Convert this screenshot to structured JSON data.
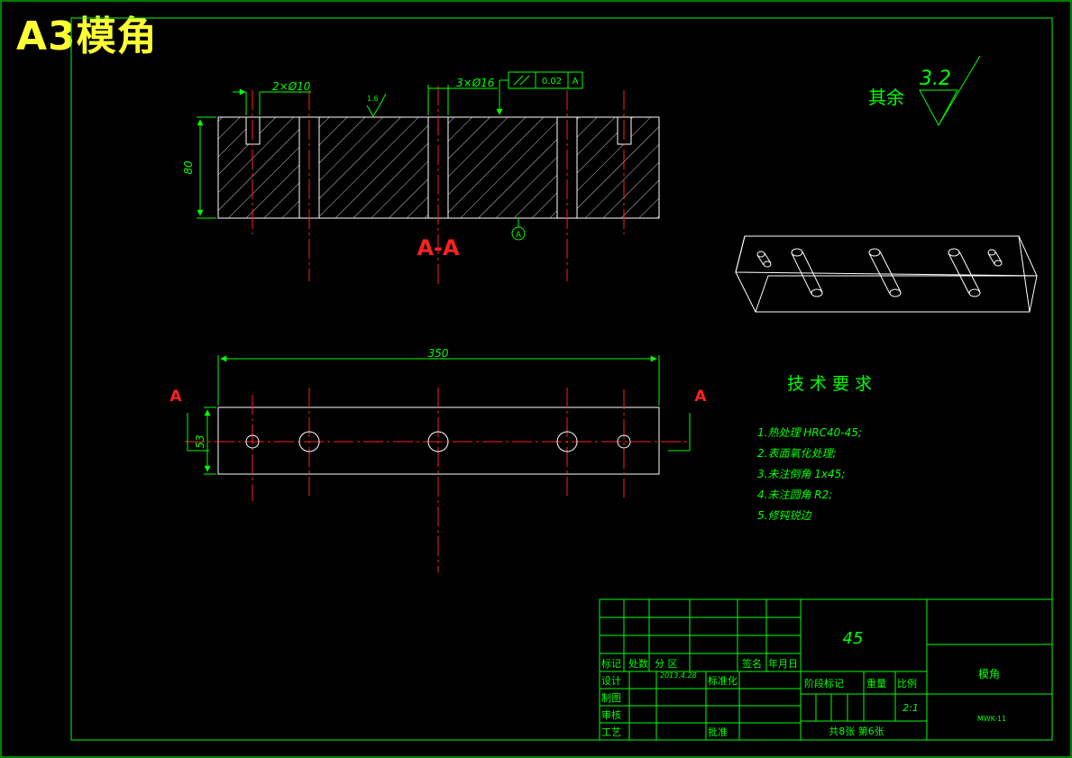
{
  "banner": "A3模角",
  "colors": {
    "frame": "#00ff00",
    "outline": "#ffffff",
    "center": "#ff2020",
    "dim": "#00ff00",
    "title": "#ffff33",
    "section_label": "#ff2020"
  },
  "section_view": {
    "label": "A-A",
    "dim_holes_small": "2×Ø10",
    "dim_holes_large": "3×Ø16",
    "roughness_small": "1.6",
    "tolerance_value": "0.02",
    "tolerance_datum": "A",
    "height_dim": "80",
    "datum_label": "A"
  },
  "plan_view": {
    "length_dim": "350",
    "width_dim": "53",
    "cut_label_left": "A",
    "cut_label_right": "A"
  },
  "roughness_note": {
    "prefix": "其余",
    "value": "3.2"
  },
  "requirements": {
    "title": "技 术 要 求",
    "items": [
      "1.热处理 HRC40-45;",
      "2.表面氧化处理;",
      "3.未注倒角 1x45;",
      "4.未注圆角 R2;",
      "5.修钝锐边"
    ]
  },
  "title_block": {
    "material": "45",
    "part_name": "模角",
    "drawing_no": "MWK-11",
    "scale": "2:1",
    "sheet_info": "共8张  第6张",
    "date": "2013.4.28",
    "headers": {
      "mark": "标记",
      "count": "处数",
      "zone": "分 区",
      "sign": "签名",
      "date": "年月日"
    },
    "roles": {
      "design": "设计",
      "draw": "制图",
      "check": "审核",
      "process": "工艺",
      "standard": "标准化",
      "approve": "批准"
    },
    "stage_mark": "阶段标记",
    "weight": "重量",
    "ratio": "比例"
  }
}
